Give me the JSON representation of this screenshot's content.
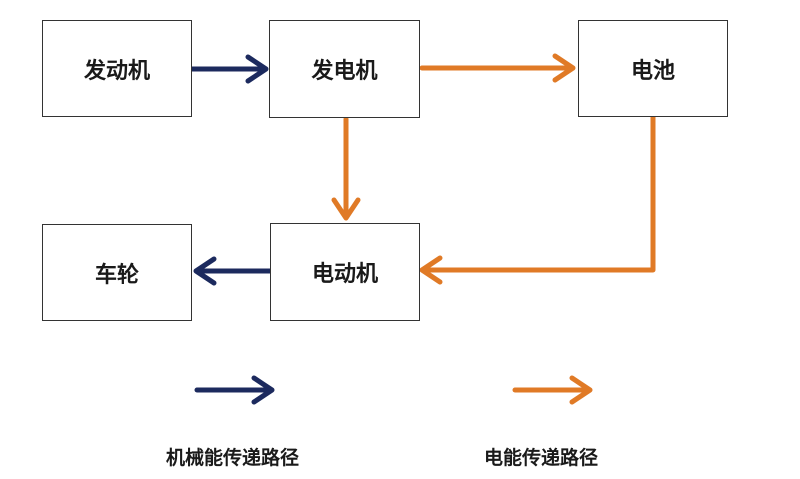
{
  "colors": {
    "mechanical": "#1c2a5e",
    "electrical": "#e07a26"
  },
  "nodes": {
    "engine": "发动机",
    "generator": "发电机",
    "battery": "电池",
    "motor": "电动机",
    "wheels": "车轮"
  },
  "connections": [
    {
      "from": "engine",
      "to": "generator",
      "type": "mechanical"
    },
    {
      "from": "generator",
      "to": "battery",
      "type": "electrical"
    },
    {
      "from": "generator",
      "to": "motor",
      "type": "electrical"
    },
    {
      "from": "battery",
      "to": "motor",
      "type": "electrical"
    },
    {
      "from": "motor",
      "to": "wheels",
      "type": "mechanical"
    }
  ],
  "legend": {
    "mechanical": "机械能传递路径",
    "electrical": "电能传递路径"
  }
}
